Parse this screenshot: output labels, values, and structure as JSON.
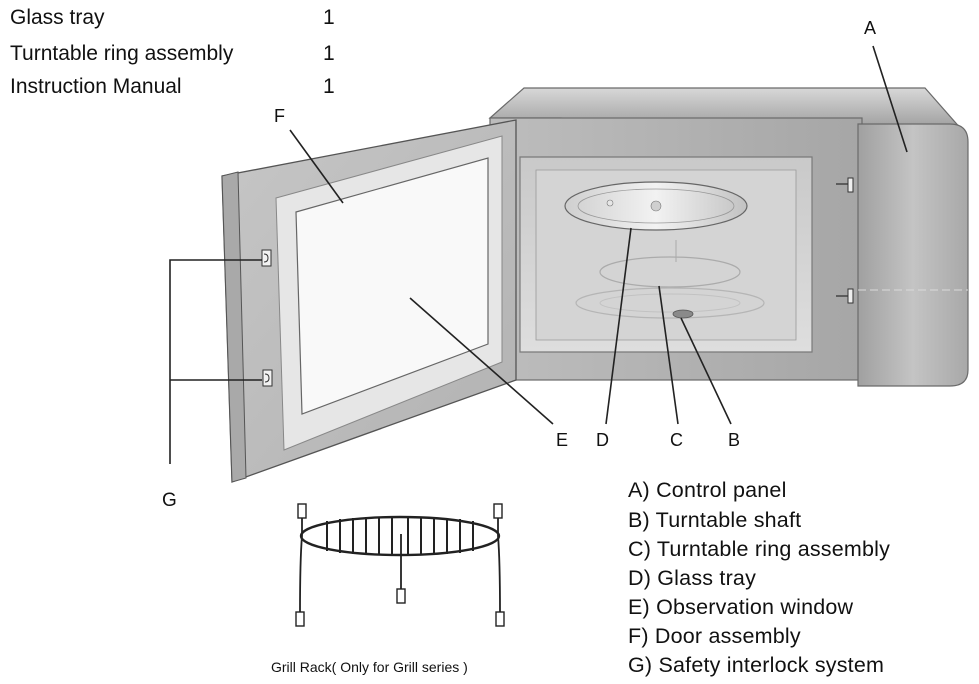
{
  "accessories": [
    {
      "name": "Glass tray",
      "qty": "1"
    },
    {
      "name": "Turntable ring assembly",
      "qty": "1"
    },
    {
      "name": "Instruction Manual",
      "qty": "1"
    }
  ],
  "callouts": {
    "A": "A",
    "B": "B",
    "C": "C",
    "D": "D",
    "E": "E",
    "F": "F",
    "G": "G"
  },
  "legend": [
    "A) Control panel",
    "B) Turntable shaft",
    "C) Turntable ring assembly",
    "D) Glass tray",
    "E) Observation window",
    "F) Door assembly",
    "G) Safety interlock system"
  ],
  "grill_caption": "Grill Rack( Only for Grill series )"
}
